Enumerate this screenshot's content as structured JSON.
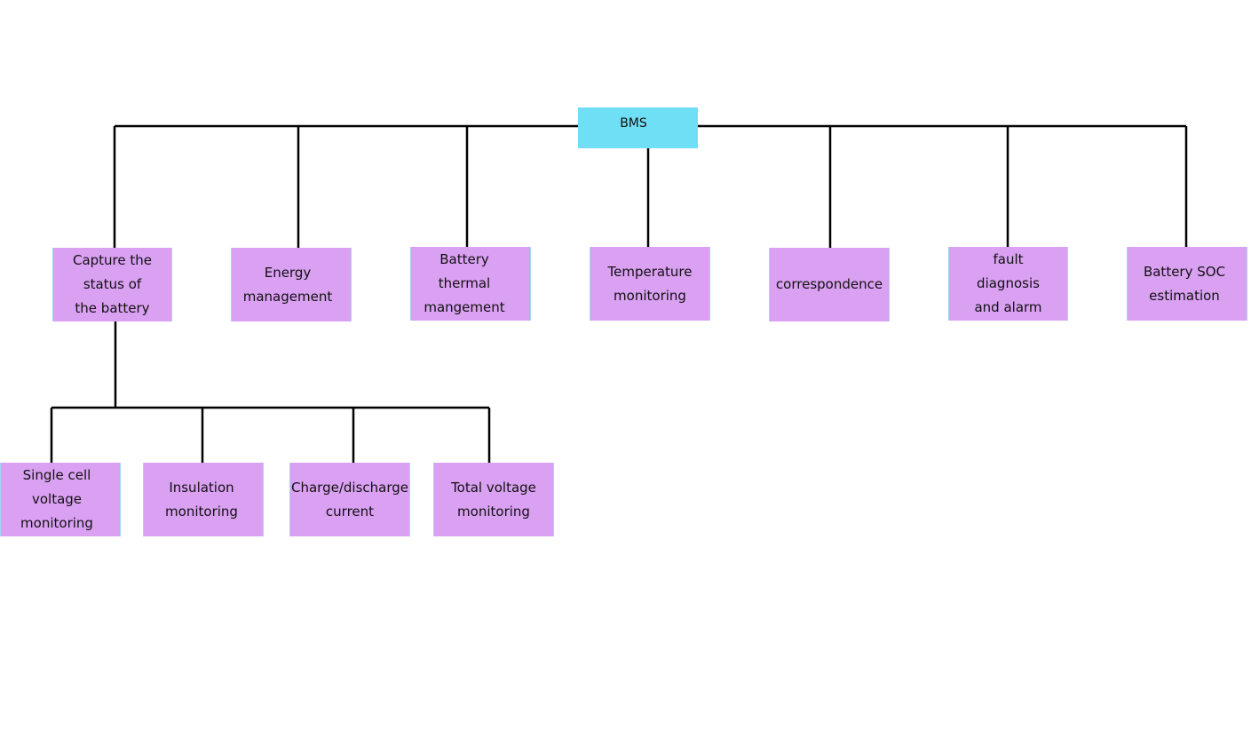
{
  "root": {
    "label": "BMS"
  },
  "functions": [
    {
      "label": "Capture the\nstatus of\nthe battery"
    },
    {
      "label": "Energy\nmanagement"
    },
    {
      "label": "Battery\nthermal\nmangement"
    },
    {
      "label": "Temperature\nmonitoring"
    },
    {
      "label": "correspondence"
    },
    {
      "label": "fault\ndiagnosis\nand alarm"
    },
    {
      "label": "Battery SOC\nestimation"
    }
  ],
  "capture_subfunctions": [
    {
      "label": "Single cell\nvoltage\nmonitoring"
    },
    {
      "label": "Insulation\nmonitoring"
    },
    {
      "label": "Charge/discharge\ncurrent"
    },
    {
      "label": "Total voltage\nmonitoring"
    }
  ],
  "colors": {
    "root": "#6fdff6",
    "child": "#daa0f2",
    "line": "#000000"
  }
}
